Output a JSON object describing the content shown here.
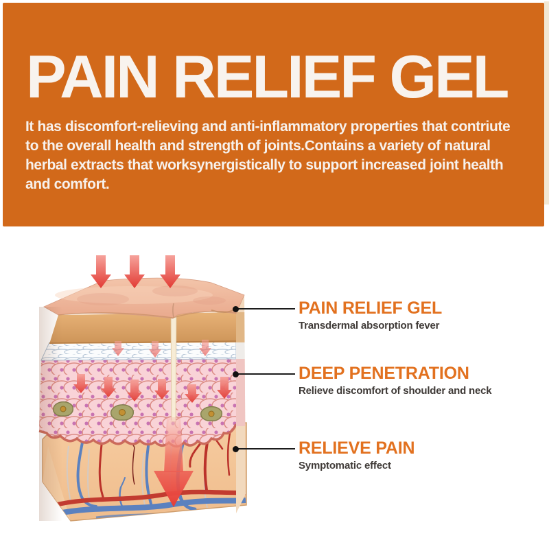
{
  "banner": {
    "title": "PAIN RELIEF GEL",
    "description_lines": [
      "It has discomfort-relieving and anti-inflammatory properties that contriute",
      "to the overall health and strength of joints.Contains a variety of natural",
      "herbal extracts that worksynergistically to support increased joint health",
      "and comfort."
    ],
    "background_color": "#d2691a",
    "text_color": "#f8f3ee"
  },
  "diagram": {
    "type": "skin-cross-section",
    "callouts": [
      {
        "title": "PAIN RELIEF GEL",
        "subtitle": "Transdermal absorption fever"
      },
      {
        "title": "DEEP PENETRATION",
        "subtitle": "Relieve discomfort of shoulder and neck"
      },
      {
        "title": "RELIEVE PAIN",
        "subtitle": "Symptomatic effect"
      }
    ],
    "accent_color": "#e2711f",
    "subtitle_color": "#3f3a37",
    "leader_color": "#1c1c1c",
    "arrow_color": "#e8433c",
    "vein_color": "#5b81bf",
    "artery_color": "#bb332b"
  }
}
